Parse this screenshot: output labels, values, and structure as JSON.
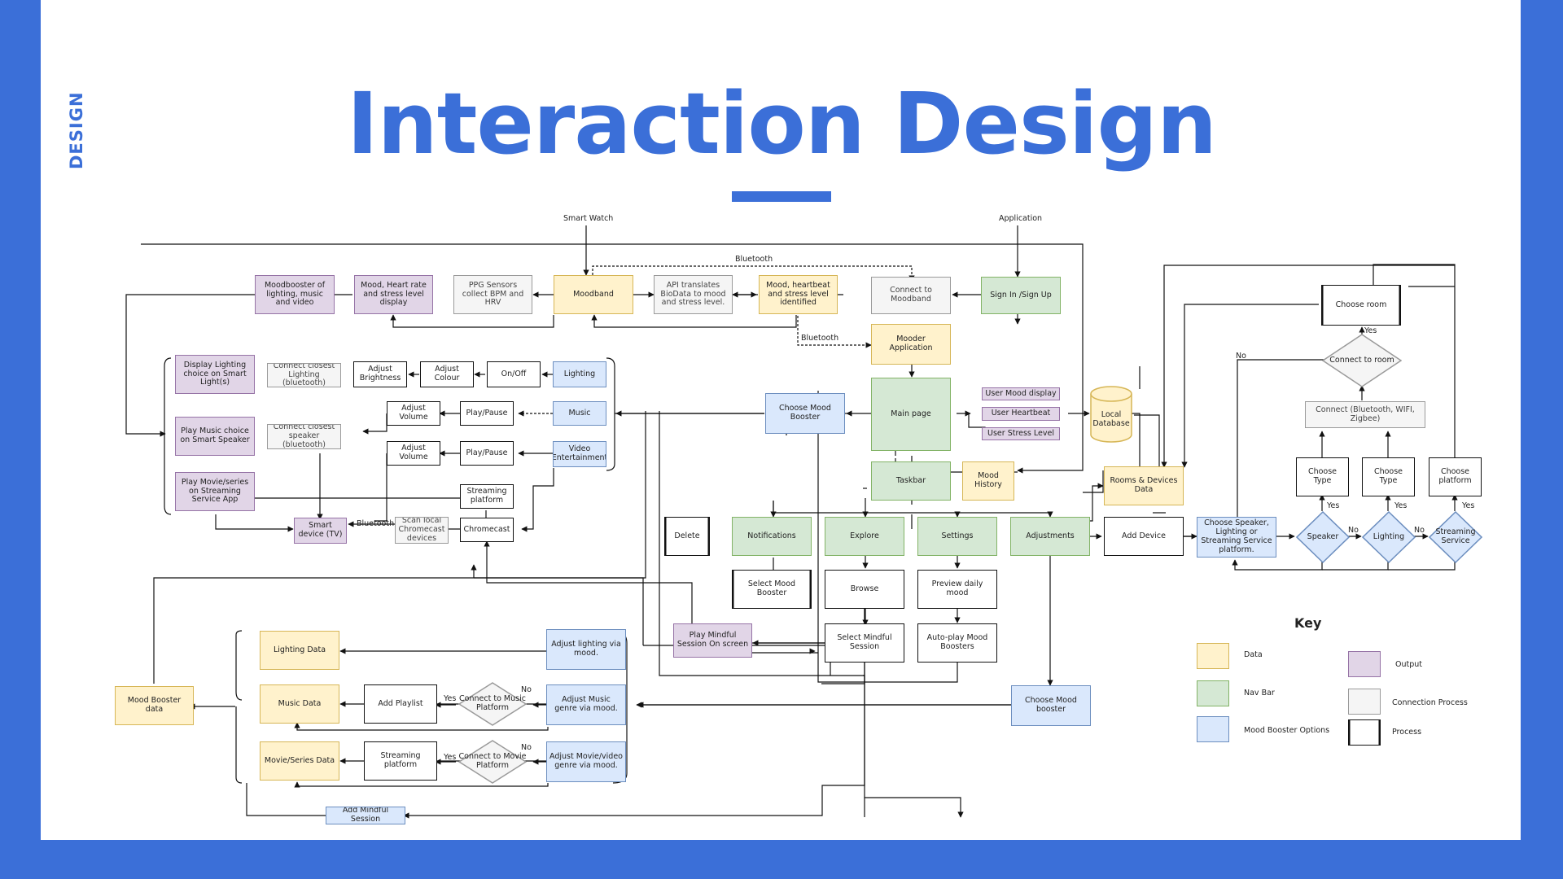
{
  "slide": {
    "section_tag": "DESIGN",
    "title": "Interaction Design",
    "colors": {
      "accent": "#3b6fd8",
      "data": "#fff2cc",
      "nav_bar": "#d5e8d4",
      "mood_booster_options": "#dae8fc",
      "output": "#e1d5e7",
      "connection_process": "#f5f5f5",
      "process": "#ffffff"
    }
  },
  "diagram": {
    "headers": {
      "smart_watch": "Smart Watch",
      "application": "Application"
    },
    "edge_labels": {
      "bluetooth_top": "Bluetooth",
      "bluetooth_mid": "Bluetooth",
      "bluetooth_tv": "Bluetooth",
      "yes_room": "Yes",
      "no_main": "No",
      "yes_type1": "Yes",
      "yes_type2": "Yes",
      "yes_type3": "Yes",
      "no_1": "No",
      "no_2": "No",
      "yes_playlist": "Yes",
      "no_playlist": "No",
      "yes_movie": "Yes",
      "no_movie": "No"
    },
    "nodes": {
      "moodbooster_output": "Moodbooster of lighting, music and video",
      "mood_display": "Mood, Heart rate and stress level display",
      "ppg_sensors": "PPG Sensors collect BPM and HRV",
      "moodband": "Moodband",
      "api_translates": "API translates BioData to mood and stress level.",
      "mood_identified": "Mood, heartbeat and stress level identified",
      "connect_moodband": "Connect to Moodband",
      "sign_in": "Sign In /Sign Up",
      "mooder_app": "Mooder Application",
      "display_lighting": "Display Lighting choice on Smart Light(s)",
      "connect_lighting": "Connect closest Lighting (bluetooth)",
      "adjust_brightness": "Adjust Brightness",
      "adjust_colour": "Adjust Colour",
      "on_off": "On/Off",
      "lighting": "Lighting",
      "play_music": "Play Music choice on Smart Speaker",
      "connect_speaker": "Connect closest speaker (bluetooth)",
      "adjust_volume_1": "Adjust Volume",
      "play_pause_1": "Play/Pause",
      "music": "Music",
      "adjust_volume_2": "Adjust Volume",
      "play_pause_2": "Play/Pause",
      "video_ent": "Video Entertainment",
      "play_movie": "Play Movie/series on Streaming Service App",
      "streaming_platform_1": "Streaming platform",
      "smart_device": "Smart device (TV)",
      "scan_chromecast": "Scan local Chromecast devices",
      "chromecast": "Chromecast",
      "choose_mood_booster": "Choose Mood Booster",
      "main_page": "Main page",
      "user_mood_display": "User Mood display",
      "user_heartbeat": "User Heartbeat",
      "user_stress": "User Stress Level",
      "local_db": "Local Database",
      "taskbar": "Taskbar",
      "mood_history": "Mood History",
      "rooms_devices": "Rooms & Devices Data",
      "delete": "Delete",
      "notifications": "Notifications",
      "explore": "Explore",
      "settings": "Settings",
      "adjustments": "Adjustments",
      "add_device": "Add Device",
      "select_mood_booster": "Select Mood Booster",
      "browse": "Browse",
      "preview_daily": "Preview daily mood",
      "play_mindful": "Play Mindful Session On screen",
      "select_mindful": "Select Mindful Session",
      "autoplay": "Auto-play Mood Boosters",
      "choose_mood_booster_2": "Choose Mood booster",
      "mood_booster_data": "Mood Booster data",
      "lighting_data": "Lighting Data",
      "adjust_lighting_mood": "Adjust lighting via mood.",
      "music_data": "Music Data",
      "add_playlist": "Add Playlist",
      "connect_music_platform": "Connect to Music Platform",
      "adjust_music_genre": "Adjust Music genre via mood.",
      "movie_data": "Movie/Series Data",
      "streaming_platform_2": "Streaming platform",
      "connect_movie_platform": "Connect to Movie Platform",
      "adjust_movie_genre": "Adjust Movie/video genre via mood.",
      "add_mindful": "Add Mindful Session",
      "choose_room": "Choose room",
      "connect_room": "Connect to room",
      "connect_wifi": "Connect (Bluetooth, WIFI, Zigbee)",
      "choose_type_1": "Choose Type",
      "choose_type_2": "Choose Type",
      "choose_platform": "Choose platform",
      "choose_speaker_etc": "Choose Speaker, Lighting or Streaming Service platform.",
      "speaker": "Speaker",
      "lighting_dia": "Lighting",
      "streaming_service": "Streaming Service"
    },
    "key": {
      "title": "Key",
      "items": [
        {
          "label": "Data",
          "color": "#fff2cc"
        },
        {
          "label": "Nav Bar",
          "color": "#d5e8d4"
        },
        {
          "label": "Mood Booster Options",
          "color": "#dae8fc"
        },
        {
          "label": "Output",
          "color": "#e1d5e7"
        },
        {
          "label": "Connection Process",
          "color": "#f5f5f5"
        },
        {
          "label": "Process",
          "color": "#ffffff"
        }
      ]
    }
  }
}
